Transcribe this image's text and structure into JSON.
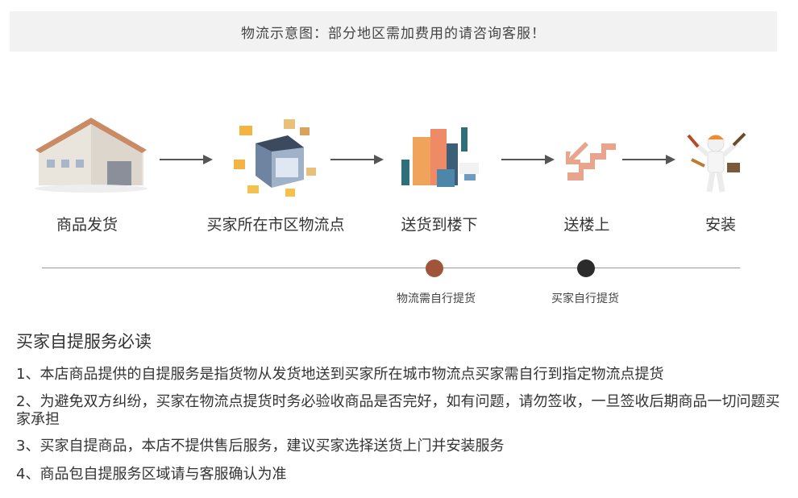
{
  "banner": {
    "text": "物流示意图：部分地区需加费用的请咨询客服！"
  },
  "steps": [
    {
      "label": "商品发货",
      "icon": "warehouse-icon"
    },
    {
      "label": "买家所在市区物流点",
      "icon": "logistics-hub-icon"
    },
    {
      "label": "送货到楼下",
      "icon": "city-buildings-icon"
    },
    {
      "label": "送楼上",
      "icon": "stairs-up-icon"
    },
    {
      "label": "安装",
      "icon": "installer-worker-icon"
    }
  ],
  "timeline": {
    "markers": [
      {
        "label": "物流需自行提货",
        "color": "#a0553a"
      },
      {
        "label": "买家自行提货",
        "color": "#2b2b2b"
      }
    ]
  },
  "notes": {
    "title": "买家自提服务必读",
    "items": [
      "1、本店商品提供的自提服务是指货物从发货地送到买家所在城市物流点买家需自行到指定物流点提货",
      "2、为避免双方纠纷，买家在物流点提货时务必验收商品是否完好，如有问题，请勿签收，一旦签收后期商品一切问题买家承担",
      "3、买家自提商品，本店不提供售后服务，建议买家选择送货上门并安装服务",
      "4、商品包自提服务区域请与客服确认为准"
    ]
  },
  "colors": {
    "accent_brown": "#a0553a",
    "dark_dot": "#2b2b2b",
    "banner_bg": "#f3f2f2"
  }
}
